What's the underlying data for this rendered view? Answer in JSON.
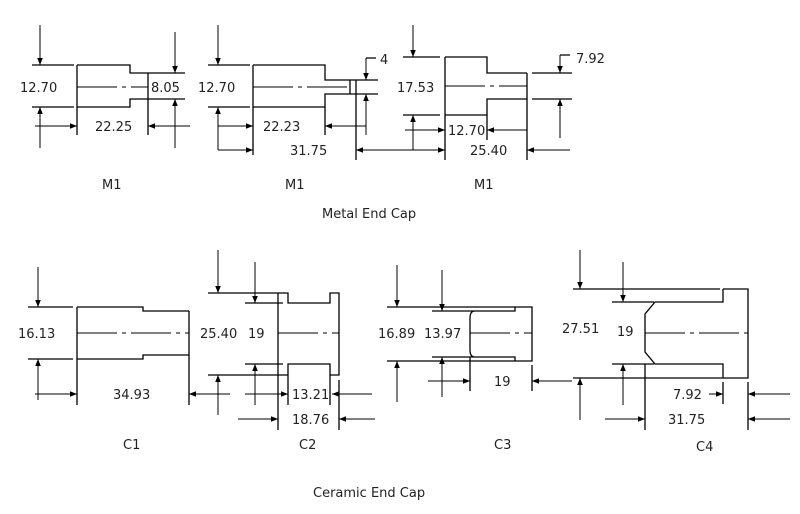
{
  "metal": {
    "title": "Metal End Cap",
    "parts": [
      {
        "label": "M1",
        "dims": {
          "dia": "12.70",
          "small_dia": "8.05",
          "length": "22.25"
        }
      },
      {
        "label": "M1",
        "dims": {
          "dia": "12.70",
          "pin": "4",
          "length": "22.23",
          "total": "31.75"
        }
      },
      {
        "label": "M1",
        "dims": {
          "dia": "17.53",
          "small_dia": "7.92",
          "length": "12.70",
          "total": "25.40"
        }
      }
    ]
  },
  "ceramic": {
    "title": "Ceramic End Cap",
    "parts": [
      {
        "label": "C1",
        "dims": {
          "dia": "16.13",
          "length": "34.93"
        }
      },
      {
        "label": "C2",
        "dims": {
          "outer": "25.40",
          "inner": "19",
          "length": "13.21",
          "total": "18.76"
        }
      },
      {
        "label": "C3",
        "dims": {
          "outer": "16.89",
          "inner": "13.97",
          "length": "19"
        }
      },
      {
        "label": "C4",
        "dims": {
          "outer": "27.51",
          "inner": "19",
          "flange": "7.92",
          "total": "31.75"
        }
      }
    ]
  }
}
